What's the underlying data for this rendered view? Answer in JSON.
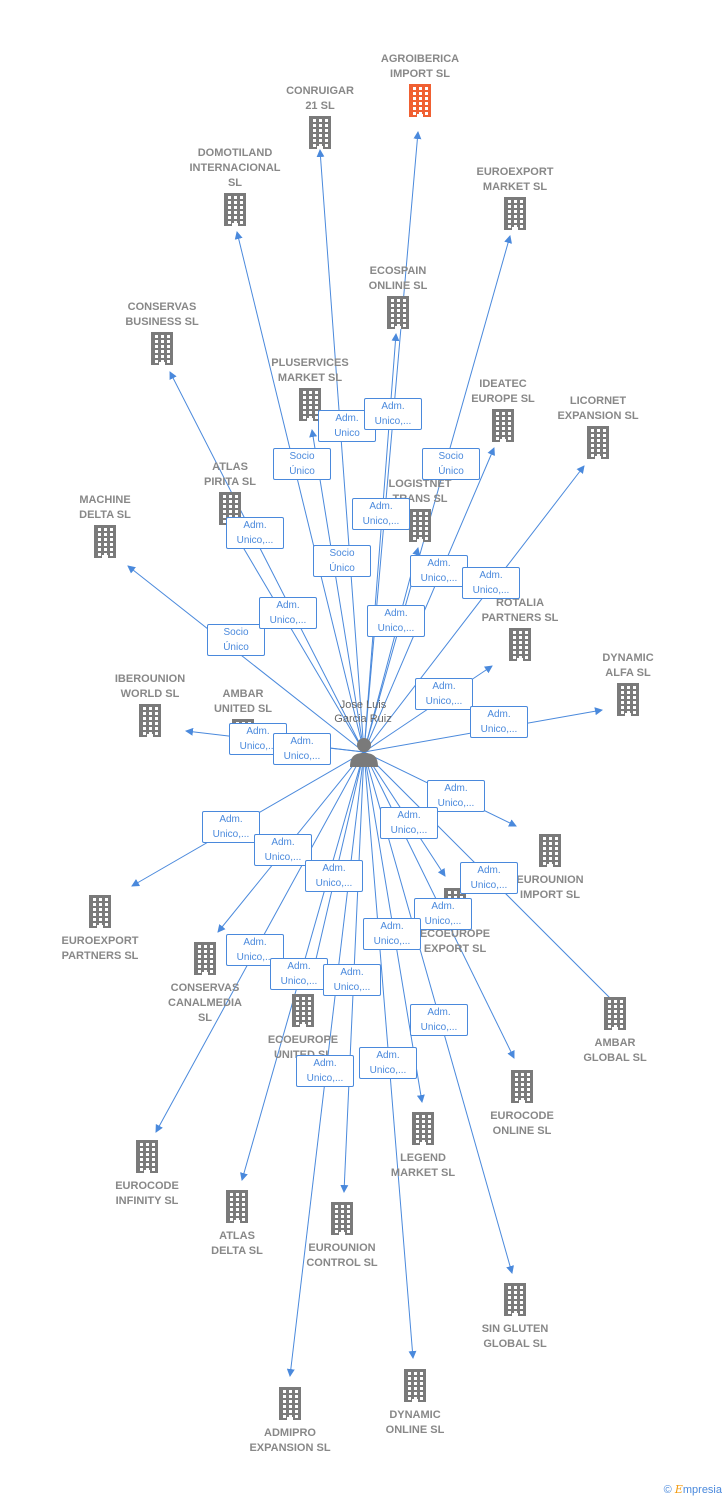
{
  "center": {
    "name": "Jose Luis\nGarcia Ruiz"
  },
  "colors": {
    "edge": "#4a89dc",
    "building": "#7a7a7a",
    "highlight": "#f06032"
  },
  "companies": [
    {
      "id": "agroiberica",
      "name": "AGROIBERICA\nIMPORT  SL",
      "highlight": true
    },
    {
      "id": "conruigar",
      "name": "CONRUIGAR\n21  SL"
    },
    {
      "id": "domotiland",
      "name": "DOMOTILAND\nINTERNACIONAL\nSL"
    },
    {
      "id": "euroexport_market",
      "name": "EUROEXPORT\nMARKET  SL"
    },
    {
      "id": "ecospain",
      "name": "ECOSPAIN\nONLINE  SL"
    },
    {
      "id": "conservas_business",
      "name": "CONSERVAS\nBUSINESS  SL"
    },
    {
      "id": "pluservices",
      "name": "PLUSERVICES\nMARKET  SL"
    },
    {
      "id": "ideatec",
      "name": "IDEATEC\nEUROPE  SL"
    },
    {
      "id": "licornet",
      "name": "LICORNET\nEXPANSION  SL"
    },
    {
      "id": "atlas_pirita",
      "name": "ATLAS\nPIRITA  SL"
    },
    {
      "id": "logistnet",
      "name": "LOGISTNET\nTRANS  SL"
    },
    {
      "id": "machine_delta",
      "name": "MACHINE\nDELTA  SL"
    },
    {
      "id": "rotalia",
      "name": "ROTALIA\nPARTNERS  SL"
    },
    {
      "id": "dynamic_alfa",
      "name": "DYNAMIC\nALFA  SL"
    },
    {
      "id": "iberounion",
      "name": "IBEROUNION\nWORLD  SL"
    },
    {
      "id": "ambar_united",
      "name": "AMBAR\nUNITED  SL"
    },
    {
      "id": "eurounion_import",
      "name": "EUROUNION\nIMPORT  SL"
    },
    {
      "id": "euroexport_partners",
      "name": "EUROEXPORT\nPARTNERS  SL"
    },
    {
      "id": "ecoeurope_export",
      "name": "ECOEUROPE\nEXPORT  SL"
    },
    {
      "id": "conservas_canalmedia",
      "name": "CONSERVAS\nCANALMEDIA\nSL"
    },
    {
      "id": "ambar_global",
      "name": "AMBAR\nGLOBAL  SL"
    },
    {
      "id": "ecoeurope_united",
      "name": "ECOEUROPE\nUNITED  SL"
    },
    {
      "id": "eurocode_online",
      "name": "EUROCODE\nONLINE  SL"
    },
    {
      "id": "legend",
      "name": "LEGEND\nMARKET  SL"
    },
    {
      "id": "eurocode_infinity",
      "name": "EUROCODE\nINFINITY  SL"
    },
    {
      "id": "atlas_delta",
      "name": "ATLAS\nDELTA  SL"
    },
    {
      "id": "eurounion_control",
      "name": "EUROUNION\nCONTROL  SL"
    },
    {
      "id": "sin_gluten",
      "name": "SIN GLUTEN\nGLOBAL  SL"
    },
    {
      "id": "admipro",
      "name": "ADMIPRO\nEXPANSION  SL"
    },
    {
      "id": "dynamic_online",
      "name": "DYNAMIC\nONLINE  SL"
    }
  ],
  "relations": [
    "Adm.\nUnico",
    "Adm.\nUnico,...",
    "Socio\nÚnico",
    "Socio\nÚnico",
    "Adm.\nUnico,...",
    "Adm.\nUnico,...",
    "Socio\nÚnico",
    "Adm.\nUnico,...",
    "Adm.\nUnico,...",
    "Adm.\nUnico,...",
    "Socio\nÚnico",
    "Adm.\nUnico,...",
    "Adm.\nUnico,...",
    "Adm.\nUnico,...",
    "Adm.\nUnico,...",
    "Adm.\nUnico,...",
    "Adm.\nUnico,...",
    "Adm.\nUnico,...",
    "Adm.\nUnico,...",
    "Adm.\nUnico,...",
    "Adm.\nUnico,...",
    "Adm.\nUnico,...",
    "Adm.\nUnico,...",
    "Adm.\nUnico,...",
    "Adm.\nUnico,...",
    "Adm.\nUnico,...",
    "Adm.\nUnico,...",
    "Adm.\nUnico,...",
    "Adm.\nUnico,...",
    "Adm.\nUnico,..."
  ],
  "footer": {
    "copyright": "©",
    "brand_initial": "E",
    "brand_rest": "mpresia"
  }
}
